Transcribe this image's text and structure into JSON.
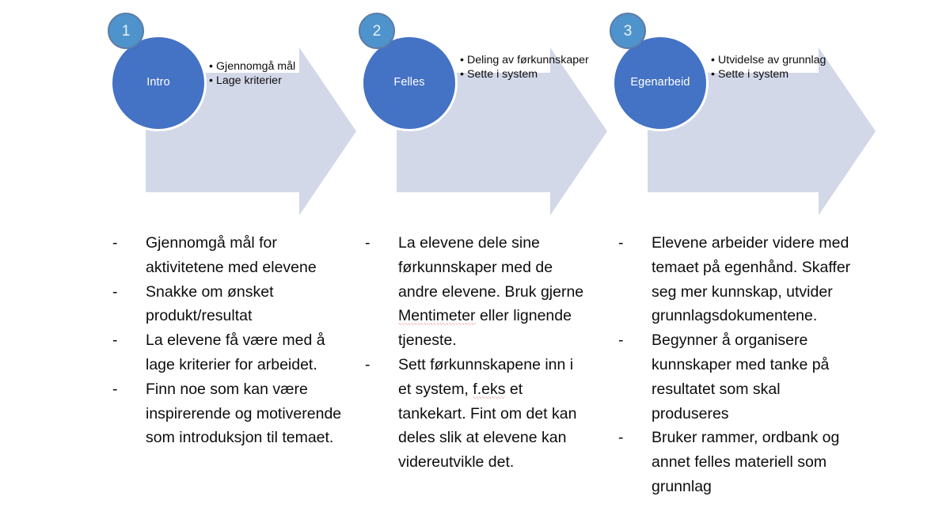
{
  "slide": {
    "background_color": "#ffffff",
    "theme": {
      "circle_color": "#4472C4",
      "badge_color": "#4E93CC",
      "badge_border_color": "#5E7CA8",
      "arrow_color": "#D3D8E9",
      "text_color": "#0d0d0d",
      "spellcheck_underline_color": "#e03131"
    }
  },
  "steps": [
    {
      "number": "1",
      "circle_label": "Intro",
      "bullets": [
        "Gjennomgå mål",
        "Lage kriterier"
      ]
    },
    {
      "number": "2",
      "circle_label": "Felles",
      "bullets": [
        "Deling av førkunnskaper",
        "Sette i system"
      ]
    },
    {
      "number": "3",
      "circle_label": "Egenarbeid",
      "bullets": [
        "Utvidelse av grunnlag",
        "Sette i system"
      ]
    }
  ],
  "details": [
    {
      "dash": "-",
      "items": [
        "Gjennomgå mål for aktivitetene med elevene",
        "Snakke om ønsket produkt/resultat",
        "La elevene få være med å lage kriterier for arbeidet.",
        "Finn noe som kan være inspirerende og motiverende som introduksjon til temaet."
      ]
    },
    {
      "dash": "-",
      "items": [
        "La elevene dele sine førkunnskaper med de andre elevene. Bruk gjerne Mentimeter eller lignende tjeneste.",
        "Sett førkunnskapene inn i et system, f.eks et tankekart. Fint om det kan deles slik at elevene kan videreutvikle det."
      ],
      "misspelled_words": [
        "Mentimeter",
        "f.eks"
      ]
    },
    {
      "dash": "-",
      "items": [
        "Elevene arbeider videre med temaet på egenhånd. Skaffer seg mer kunnskap, utvider grunnlagsdokumentene.",
        "Begynner å organisere kunnskaper med tanke på resultatet som skal produseres",
        "Bruker rammer, ordbank og annet felles materiell som grunnlag"
      ]
    }
  ]
}
